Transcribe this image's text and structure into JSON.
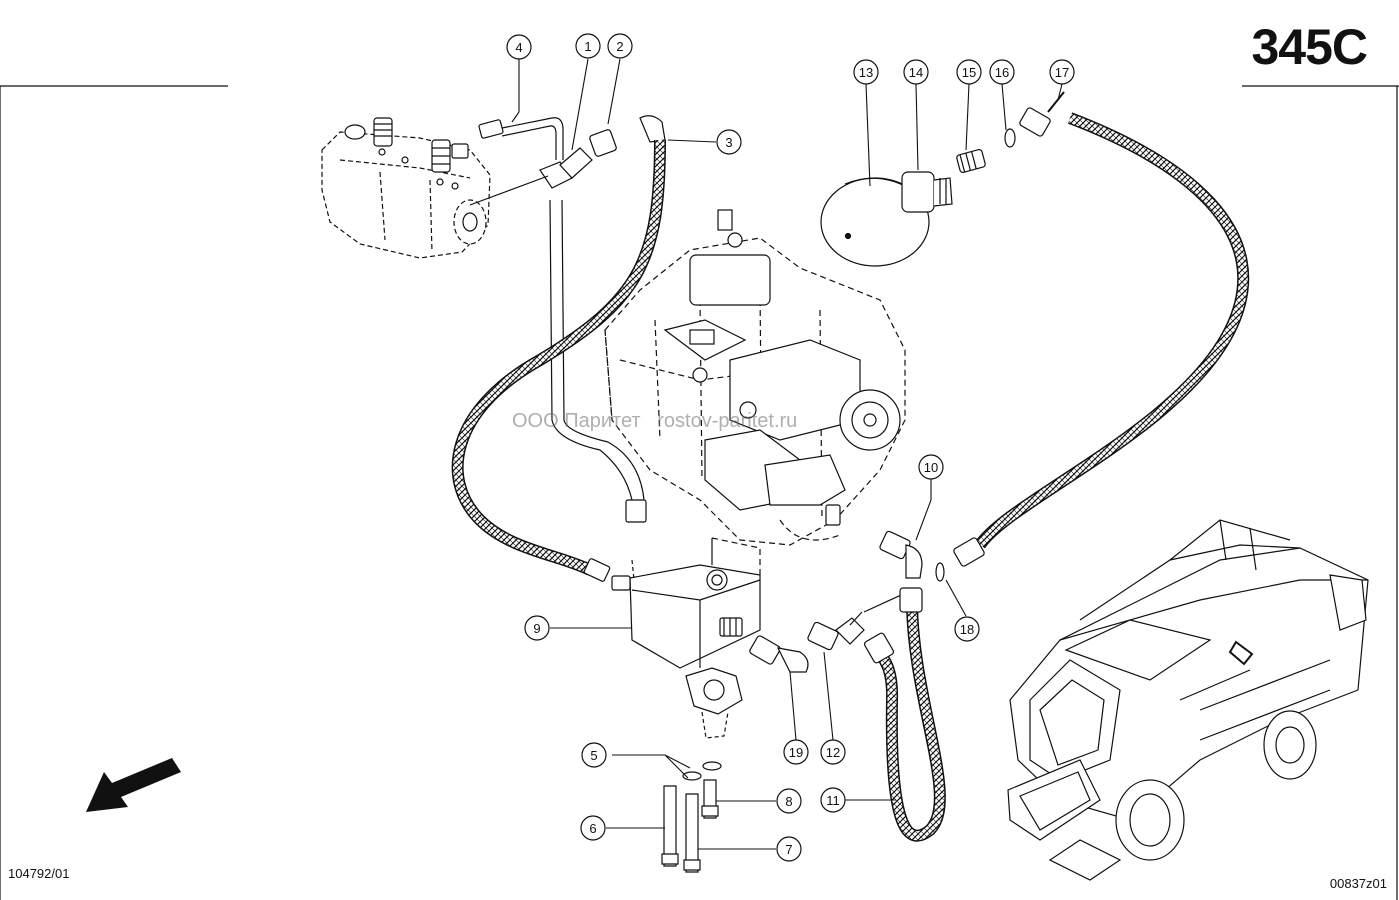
{
  "header": {
    "page_code": "345C"
  },
  "footer": {
    "left_ref": "104792/01",
    "right_ref": "00837z01"
  },
  "watermark": {
    "left": "ООО Паритет",
    "right": "rostov-paritet.ru"
  },
  "callouts": [
    {
      "id": "c1",
      "label": "1"
    },
    {
      "id": "c2",
      "label": "2"
    },
    {
      "id": "c3",
      "label": "3"
    },
    {
      "id": "c4",
      "label": "4"
    },
    {
      "id": "c5",
      "label": "5"
    },
    {
      "id": "c6",
      "label": "6"
    },
    {
      "id": "c7",
      "label": "7"
    },
    {
      "id": "c8",
      "label": "8"
    },
    {
      "id": "c9",
      "label": "9"
    },
    {
      "id": "c10",
      "label": "10"
    },
    {
      "id": "c11",
      "label": "11"
    },
    {
      "id": "c12",
      "label": "12"
    },
    {
      "id": "c13",
      "label": "13"
    },
    {
      "id": "c14",
      "label": "14"
    },
    {
      "id": "c15",
      "label": "15"
    },
    {
      "id": "c16",
      "label": "16"
    },
    {
      "id": "c17",
      "label": "17"
    },
    {
      "id": "c18",
      "label": "18"
    },
    {
      "id": "c19",
      "label": "19"
    }
  ]
}
